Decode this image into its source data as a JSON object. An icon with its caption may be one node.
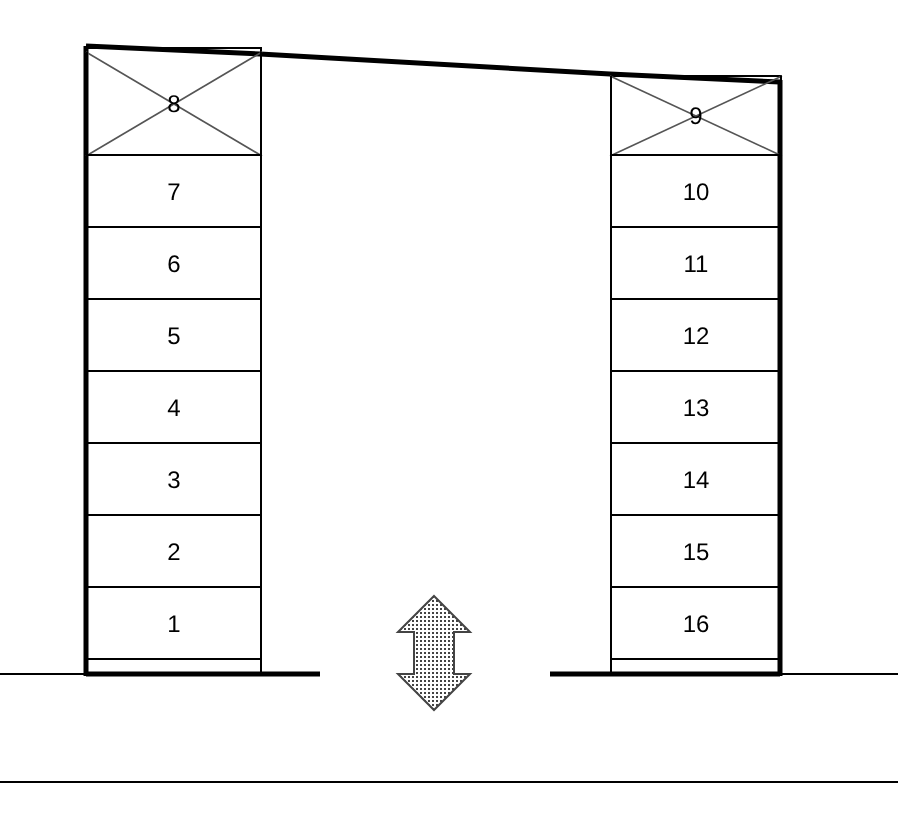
{
  "diagram": {
    "nodes": [
      {
        "text": [
          "8"
        ]
      },
      {
        "text": [
          "7"
        ]
      },
      {
        "text": [
          "6"
        ]
      },
      {
        "text": [
          "5"
        ]
      },
      {
        "text": [
          "4"
        ]
      },
      {
        "text": [
          "3"
        ]
      },
      {
        "text": [
          "2"
        ]
      },
      {
        "text": [
          "1"
        ]
      },
      {
        "text": [
          "9"
        ]
      },
      {
        "text": [
          "10"
        ]
      },
      {
        "text": [
          "11"
        ]
      },
      {
        "text": [
          "12"
        ]
      },
      {
        "text": [
          "13"
        ]
      },
      {
        "text": [
          "14"
        ]
      },
      {
        "text": [
          "15"
        ]
      },
      {
        "text": [
          "16"
        ]
      }
    ]
  }
}
